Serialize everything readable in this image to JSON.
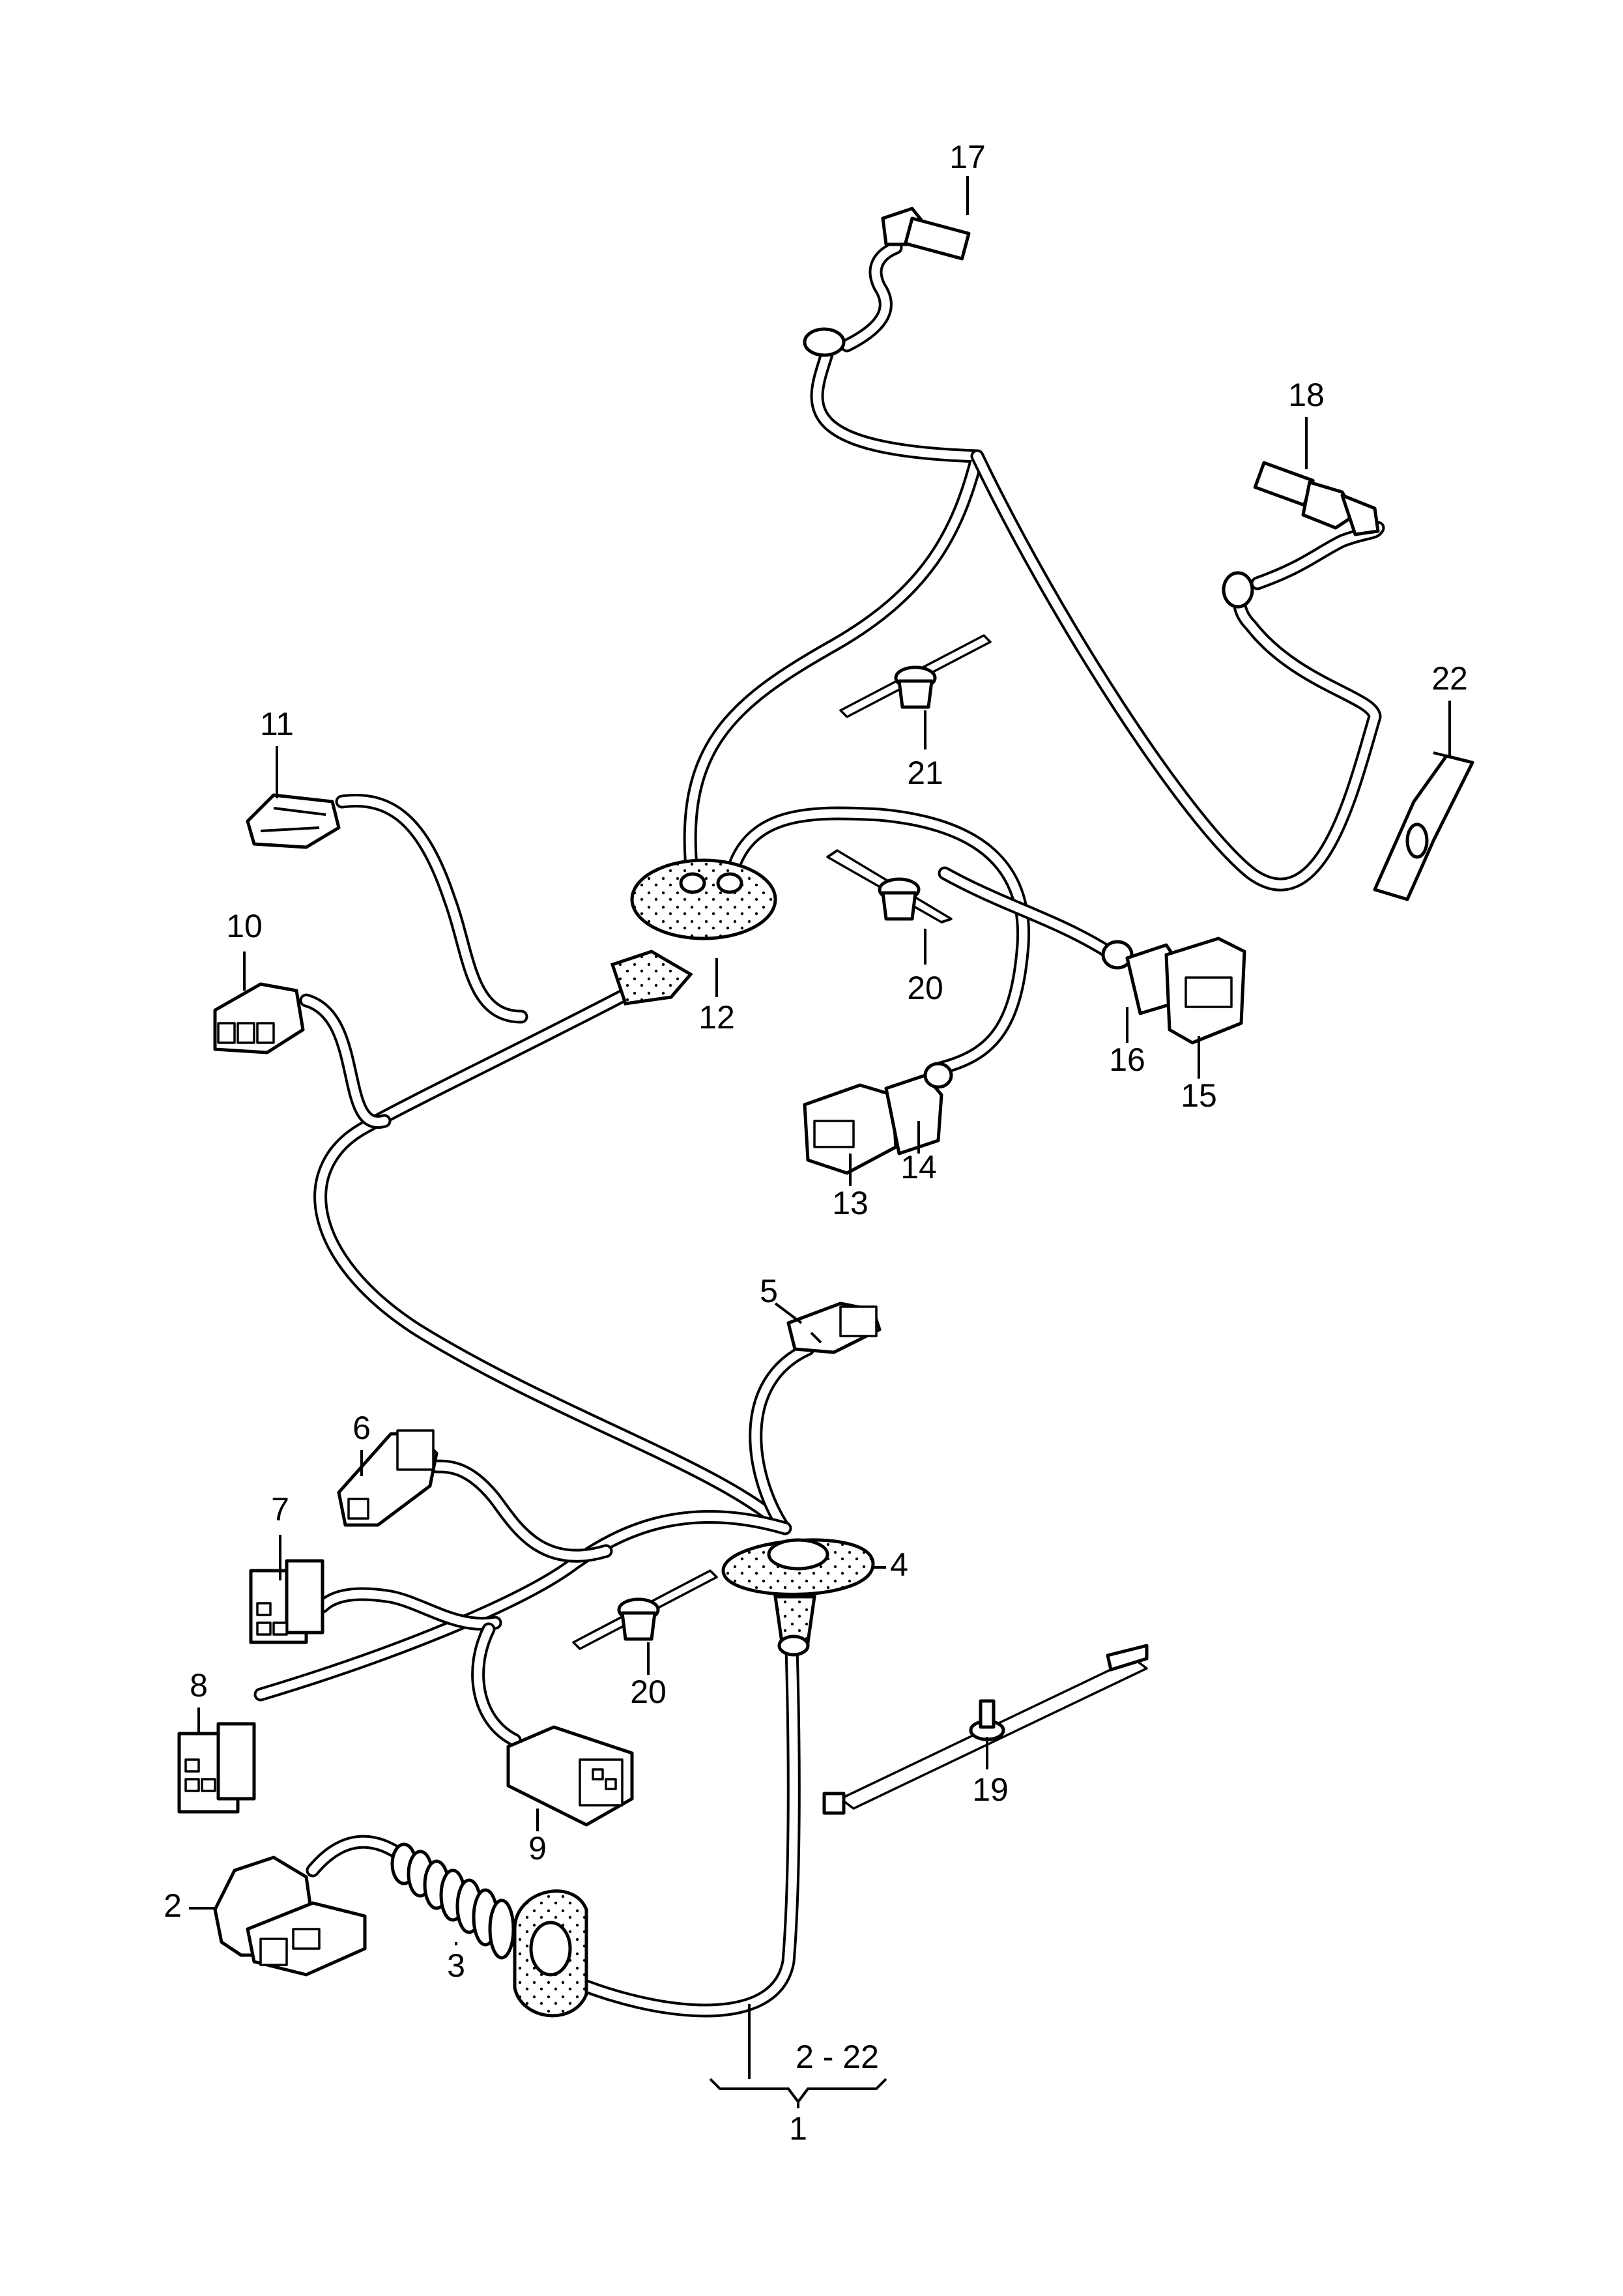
{
  "callouts": {
    "n1": "1",
    "n2": "2",
    "n3": "3",
    "n4": "4",
    "n5": "5",
    "n6": "6",
    "n7": "7",
    "n8": "8",
    "n9": "9",
    "n10": "10",
    "n11": "11",
    "n12": "12",
    "n13": "13",
    "n14": "14",
    "n15": "15",
    "n16": "16",
    "n17": "17",
    "n18": "18",
    "n19": "19",
    "n20a": "20",
    "n20b": "20",
    "n21": "21",
    "n22": "22",
    "range": "2 - 22"
  },
  "colors": {
    "line": "#000000",
    "background": "#ffffff"
  }
}
